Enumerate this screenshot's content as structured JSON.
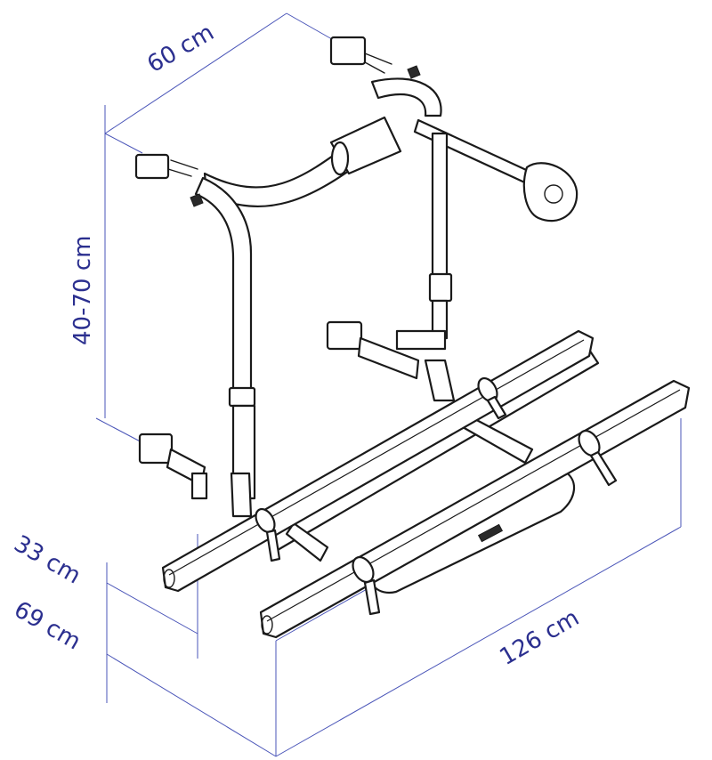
{
  "dimensions": {
    "width": "60 cm",
    "height": "40-70 cm",
    "depth_upper": "33 cm",
    "depth_lower": "69 cm",
    "length": "126 cm"
  },
  "colors": {
    "dimension_lines": "#4a55b8",
    "dimension_text": "#2b2f8f",
    "drawing": "#1a1a1a"
  }
}
